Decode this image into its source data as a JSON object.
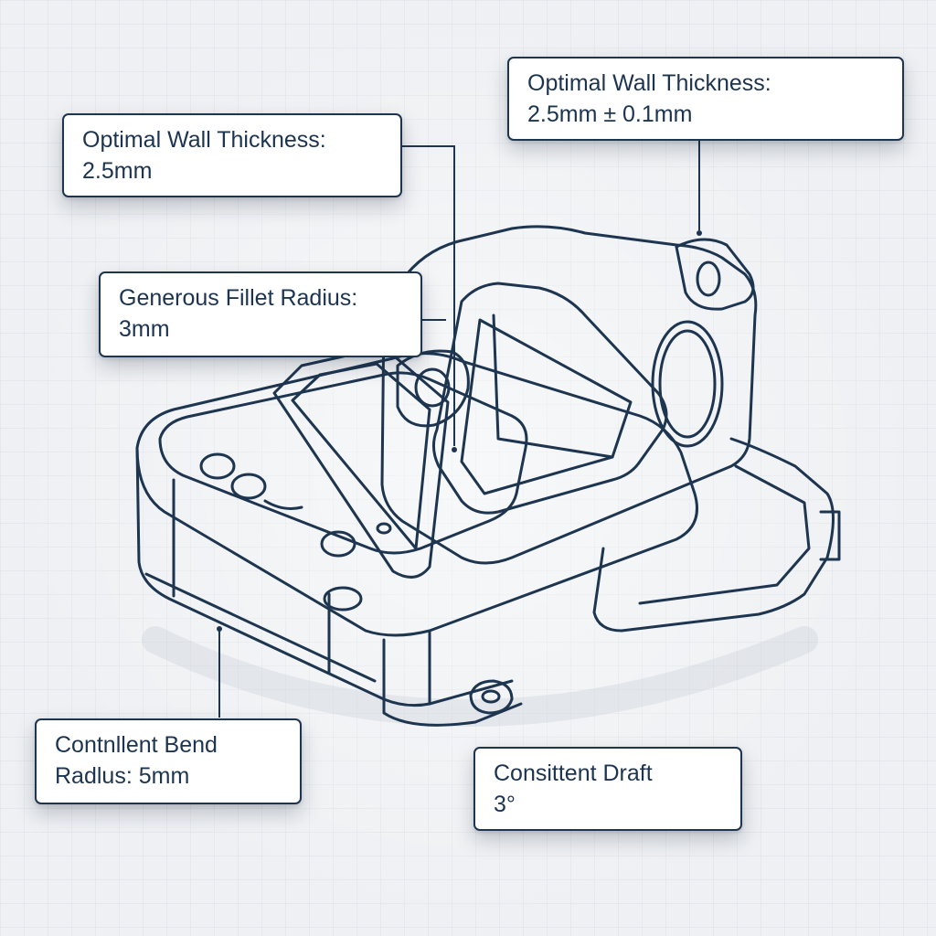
{
  "palette": {
    "background": "#eef0f3",
    "ink": "#1e3550",
    "callout_text": "#1c3450"
  },
  "callouts": {
    "wall_thickness_top_right": {
      "line1": "Optimal Wall Thickness:",
      "line2": "2.5mm ± 0.1mm"
    },
    "wall_thickness_left": {
      "line1": "Optimal Wall Thickness:",
      "line2": "2.5mm"
    },
    "fillet_radius": {
      "line1": "Generous Fillet Radius:",
      "line2": "3mm"
    },
    "bend_radius": {
      "line1": "Contnllent Bend",
      "line2": "Radlus: 5mm"
    },
    "draft": {
      "line1": "Consittent Draft",
      "line2": "3°"
    }
  }
}
